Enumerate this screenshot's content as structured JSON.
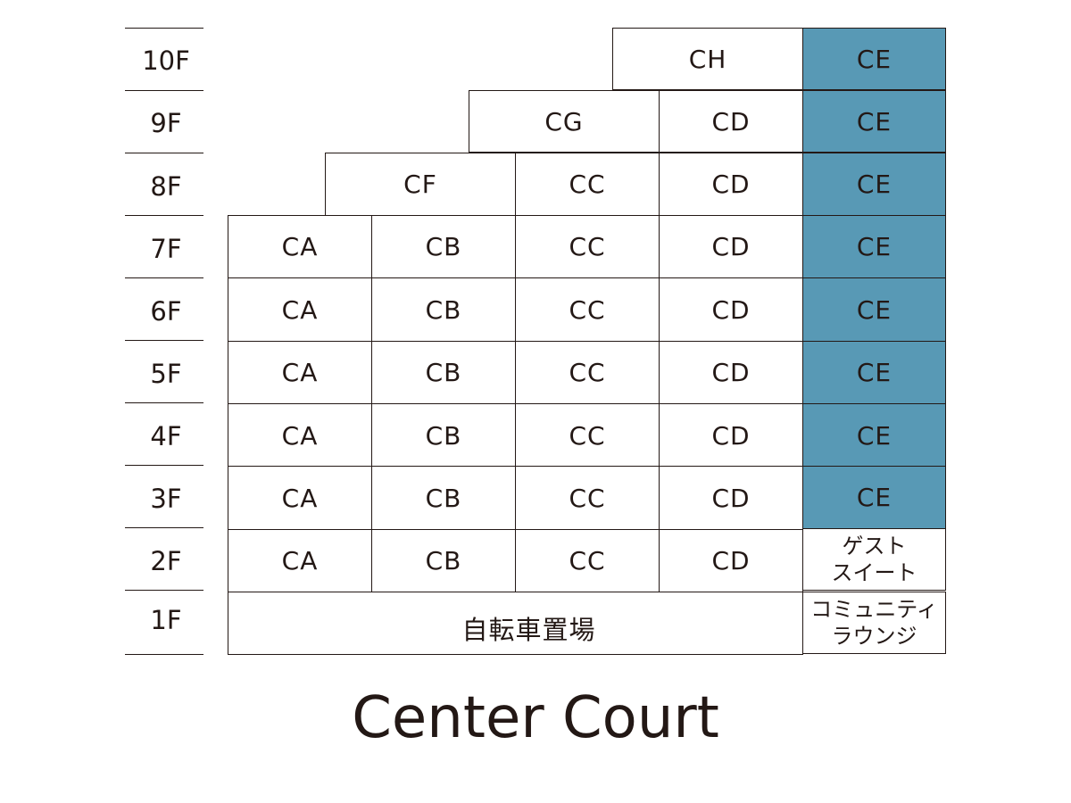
{
  "title": "Center Court",
  "colors": {
    "highlight": "#5899b5",
    "line": "#231815",
    "background": "#ffffff"
  },
  "floors": [
    "10F",
    "9F",
    "8F",
    "7F",
    "6F",
    "5F",
    "4F",
    "3F",
    "2F",
    "1F"
  ],
  "units": {
    "f10": [
      "CH",
      "CE"
    ],
    "f9": [
      "CG",
      "CD",
      "CE"
    ],
    "f8": [
      "CF",
      "CC",
      "CD",
      "CE"
    ],
    "f7": [
      "CA",
      "CB",
      "CC",
      "CD",
      "CE"
    ],
    "f6": [
      "CA",
      "CB",
      "CC",
      "CD",
      "CE"
    ],
    "f5": [
      "CA",
      "CB",
      "CC",
      "CD",
      "CE"
    ],
    "f4": [
      "CA",
      "CB",
      "CC",
      "CD",
      "CE"
    ],
    "f3": [
      "CA",
      "CB",
      "CC",
      "CD",
      "CE"
    ],
    "f2": [
      "CA",
      "CB",
      "CC",
      "CD"
    ]
  },
  "guest_suite": [
    "ゲスト",
    "スイート"
  ],
  "bike_parking": "自転車置場",
  "community_lounge": [
    "コミュニティ",
    "ラウンジ"
  ]
}
